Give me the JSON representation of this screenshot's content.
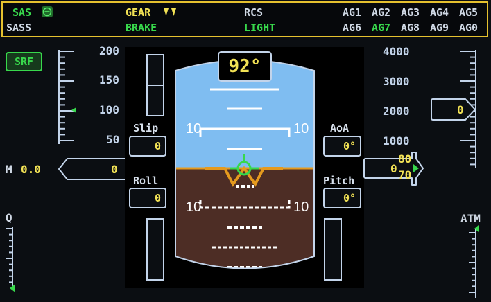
{
  "status_panel": {
    "sas": "SAS",
    "sass": "SASS",
    "gear": "GEAR",
    "brake": "BRAKE",
    "rcs": "RCS",
    "light": "LIGHT",
    "action_groups": [
      "AG1",
      "AG2",
      "AG3",
      "AG4",
      "AG5",
      "AG6",
      "AG7",
      "AG8",
      "AG9",
      "AG0"
    ],
    "active_action_groups": [
      "AG7"
    ]
  },
  "mode_button": "SRF",
  "speed_tape": {
    "ticks": [
      "200",
      "150",
      "100",
      "50"
    ],
    "readout": "0",
    "mach_label": "M",
    "mach_value": "0.0",
    "q_label": "Q"
  },
  "altitude_tape": {
    "ticks": [
      "4000",
      "3000",
      "2000",
      "1000"
    ],
    "vertical_speed": "0",
    "altitude_top": "80",
    "altitude_prefix": "0",
    "altitude_bottom": "70",
    "atm_label": "ATM"
  },
  "heading": "92°",
  "attitude": {
    "pitch_ladder_labels": [
      "10",
      "10"
    ],
    "slip_label": "Slip",
    "slip_value": "0",
    "roll_label": "Roll",
    "roll_value": "0",
    "aoa_label": "AoA",
    "aoa_value": "0°",
    "pitch_label": "Pitch",
    "pitch_value": "0°"
  },
  "colors": {
    "sky": "#7fbdf1",
    "ground": "#4d2d25",
    "accent_green": "#38d84c",
    "text_yellow": "#f2e255",
    "outline": "#c3d4ea",
    "horizon_orange": "#e59a1e"
  }
}
